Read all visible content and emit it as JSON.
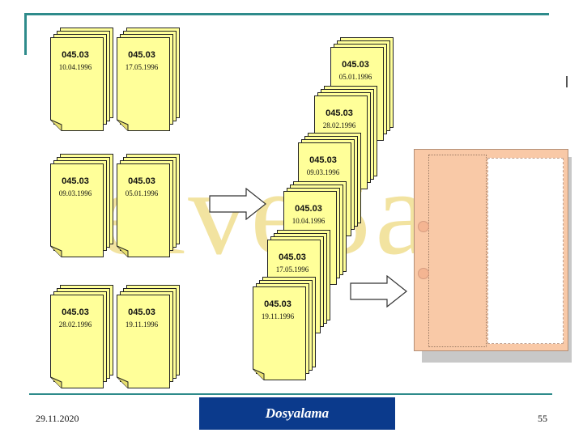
{
  "slide": {
    "date": "29.11.2020",
    "title": "Dosyalama",
    "page_number": "55"
  },
  "watermark": {
    "text": "elveSa"
  },
  "unsorted_stacks": [
    {
      "code": "045.03",
      "date": "10.04.1996"
    },
    {
      "code": "045.03",
      "date": "17.05.1996"
    },
    {
      "code": "045.03",
      "date": "09.03.1996"
    },
    {
      "code": "045.03",
      "date": "05.01.1996"
    },
    {
      "code": "045.03",
      "date": "28.02.1996"
    },
    {
      "code": "045.03",
      "date": "19.11.1996"
    }
  ],
  "sorted_stack": [
    {
      "code": "045.03",
      "date": "05.01.1996"
    },
    {
      "code": "045.03",
      "date": "28.02.1996"
    },
    {
      "code": "045.03",
      "date": "09.03.1996"
    },
    {
      "code": "045.03",
      "date": "10.04.1996"
    },
    {
      "code": "045.03",
      "date": "17.05.1996"
    },
    {
      "code": "045.03",
      "date": "19.11.1996"
    }
  ],
  "colors": {
    "document_fill": "#ffff99",
    "accent_rule": "#2e8b8b",
    "title_bar": "#0b3a8c",
    "binder": "#f9c9a7"
  }
}
